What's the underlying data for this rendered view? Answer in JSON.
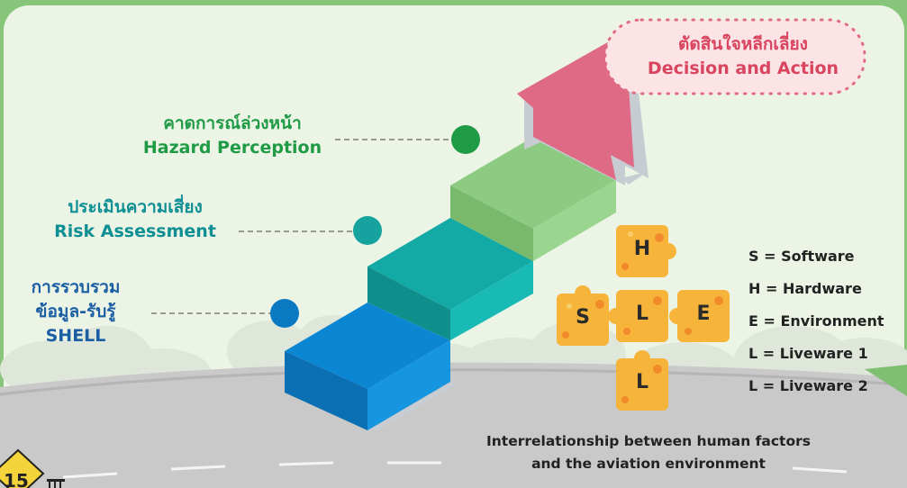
{
  "labels": {
    "decision_th": "ตัดสินใจหลีกเลี่ยง",
    "decision_en": "Decision and Action",
    "hazard_th": "คาดการณ์ล่วงหน้า",
    "hazard_en": "Hazard Perception",
    "risk_th": "ประเมินความเสี่ยง",
    "risk_en": "Risk Assessment",
    "shell_th1": "การรวบรวม",
    "shell_th2": "ข้อมูล-รับรู้",
    "shell_en": "SHELL"
  },
  "tiles": {
    "top": "H",
    "left": "S",
    "center": "L",
    "right": "E",
    "bottom": "L"
  },
  "legend": [
    "S = Software",
    "H = Hardware",
    "E = Environment",
    "L = Liveware 1",
    "L = Liveware 2"
  ],
  "caption": {
    "line1": "Interrelationship between human factors",
    "line2": "and the aviation environment"
  },
  "page_number": "15",
  "colors": {
    "step_blue": "#0b86d2",
    "step_teal": "#13a9a5",
    "step_green": "#8dcb82",
    "arrow_pink": "#df6a86",
    "tile_orange": "#f6b53a",
    "road": "#c9c9c9",
    "panel": "#ecf4e6"
  }
}
